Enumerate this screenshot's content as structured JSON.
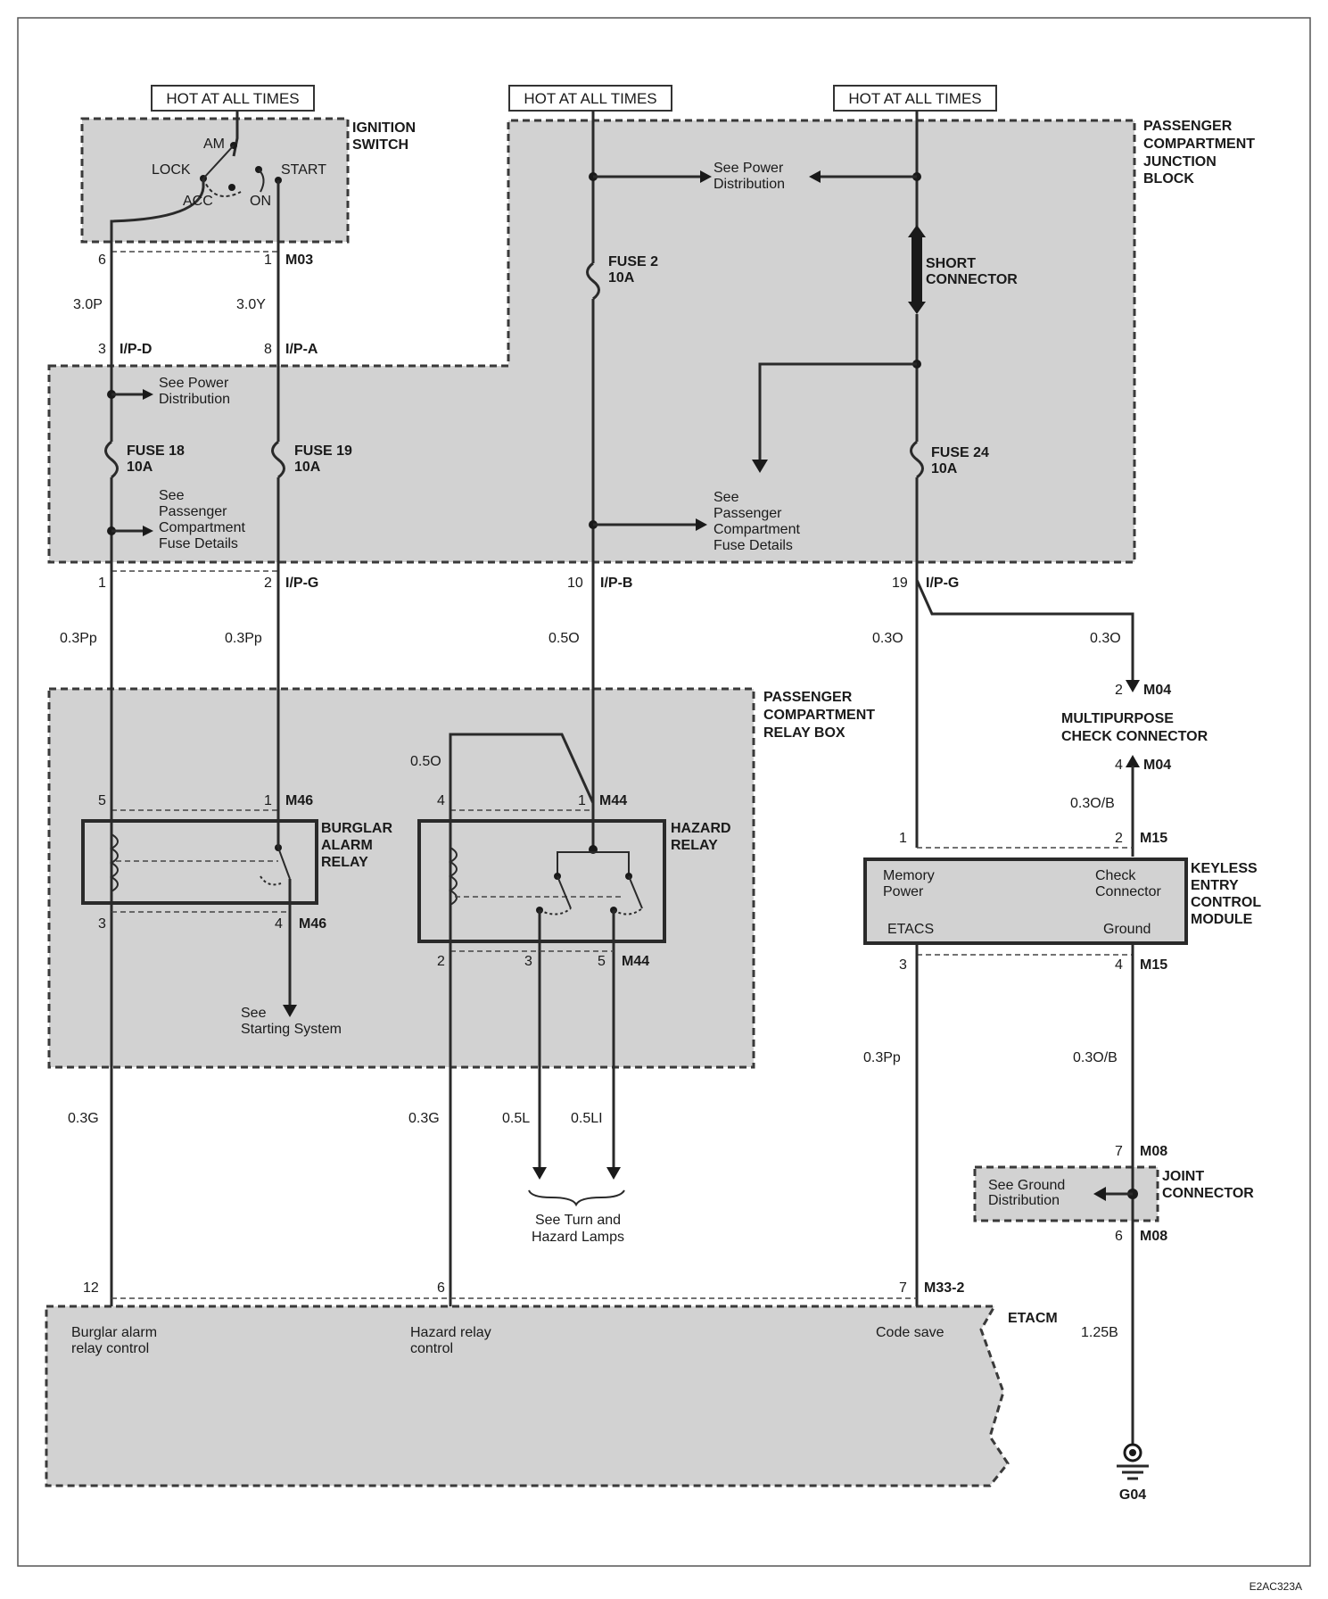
{
  "hot_labels": [
    "HOT AT ALL TIMES",
    "HOT AT ALL TIMES",
    "HOT AT ALL TIMES"
  ],
  "ignition": {
    "title": [
      "IGNITION",
      "SWITCH"
    ],
    "am": "AM",
    "lock": "LOCK",
    "acc": "ACC",
    "on": "ON",
    "start": "START",
    "pin_a": "6",
    "pin_b": "1",
    "connector": "M03"
  },
  "junction_block": {
    "title": [
      "PASSENGER",
      "COMPARTMENT",
      "JUNCTION",
      "BLOCK"
    ],
    "see_power_left": [
      "See Power",
      "Distribution"
    ],
    "see_power_right": [
      "See Power",
      "Distribution"
    ],
    "see_fuse_left": [
      "See",
      "Passenger",
      "Compartment",
      "Fuse Details"
    ],
    "see_fuse_right": [
      "See",
      "Passenger",
      "Compartment",
      "Fuse Details"
    ],
    "fuse18": [
      "FUSE 18",
      "10A"
    ],
    "fuse19": [
      "FUSE 19",
      "10A"
    ],
    "fuse2": [
      "FUSE 2",
      "10A"
    ],
    "fuse24": [
      "FUSE 24",
      "10A"
    ],
    "short_connector": [
      "SHORT",
      "CONNECTOR"
    ],
    "in_pin_a": "3",
    "in_conn_a": "I/P-D",
    "in_pin_b": "8",
    "in_conn_b": "I/P-A",
    "out_pin_1": "1",
    "out_pin_2": "2",
    "out_conn_12": "I/P-G",
    "out_pin_10": "10",
    "out_conn_10": "I/P-B",
    "out_pin_19": "19",
    "out_conn_19": "I/P-G"
  },
  "wires": {
    "w_30p": "3.0P",
    "w_30y": "3.0Y",
    "w_03pp_a": "0.3Pp",
    "w_03pp_b": "0.3Pp",
    "w_05o": "0.5O",
    "w_03o_a": "0.3O",
    "w_03o_b": "0.3O",
    "w_05o_relay": "0.5O",
    "w_03ob_a": "0.3O/B",
    "w_03ob_b": "0.3O/B",
    "w_03g_a": "0.3G",
    "w_03g_b": "0.3G",
    "w_05l": "0.5L",
    "w_05li": "0.5LI",
    "w_03pp_c": "0.3Pp",
    "w_125b": "1.25B"
  },
  "relay_box": {
    "title": [
      "PASSENGER",
      "COMPARTMENT",
      "RELAY BOX"
    ],
    "burglar": [
      "BURGLAR",
      "ALARM",
      "RELAY"
    ],
    "hazard": [
      "HAZARD",
      "RELAY"
    ],
    "b_pin5": "5",
    "b_pin1": "1",
    "b_conn_top": "M46",
    "b_pin3": "3",
    "b_pin4": "4",
    "b_conn_bot": "M46",
    "h_pin4": "4",
    "h_pin1": "1",
    "h_conn_top": "M44",
    "h_pin2": "2",
    "h_pin3": "3",
    "h_pin5": "5",
    "h_conn_bot": "M44",
    "see_starting": [
      "See",
      "Starting System"
    ],
    "see_turn": [
      "See Turn and",
      "Hazard Lamps"
    ]
  },
  "multipurpose": {
    "title": [
      "MULTIPURPOSE",
      "CHECK CONNECTOR"
    ],
    "pin_top": "2",
    "conn_top": "M04",
    "pin_bot": "4",
    "conn_bot": "M04"
  },
  "keyless": {
    "title": [
      "KEYLESS",
      "ENTRY",
      "CONTROL",
      "MODULE"
    ],
    "memory_power": [
      "Memory",
      "Power"
    ],
    "check_connector": [
      "Check",
      "Connector"
    ],
    "etacs": "ETACS",
    "ground": "Ground",
    "pin1": "1",
    "pin2": "2",
    "conn_top": "M15",
    "pin3": "3",
    "pin4": "4",
    "conn_bot": "M15"
  },
  "joint": {
    "title": [
      "JOINT",
      "CONNECTOR"
    ],
    "see_ground": [
      "See Ground",
      "Distribution"
    ],
    "pin7": "7",
    "conn7": "M08",
    "pin6": "6",
    "conn6": "M08"
  },
  "etacm": {
    "title": "ETACM",
    "burglar_ctrl": [
      "Burglar alarm",
      "relay control"
    ],
    "hazard_ctrl": [
      "Hazard relay",
      "control"
    ],
    "code_save": "Code save",
    "pin12": "12",
    "pin6": "6",
    "pin7": "7",
    "conn": "M33-2"
  },
  "ground_label": "G04",
  "figure_code": "E2AC323A"
}
